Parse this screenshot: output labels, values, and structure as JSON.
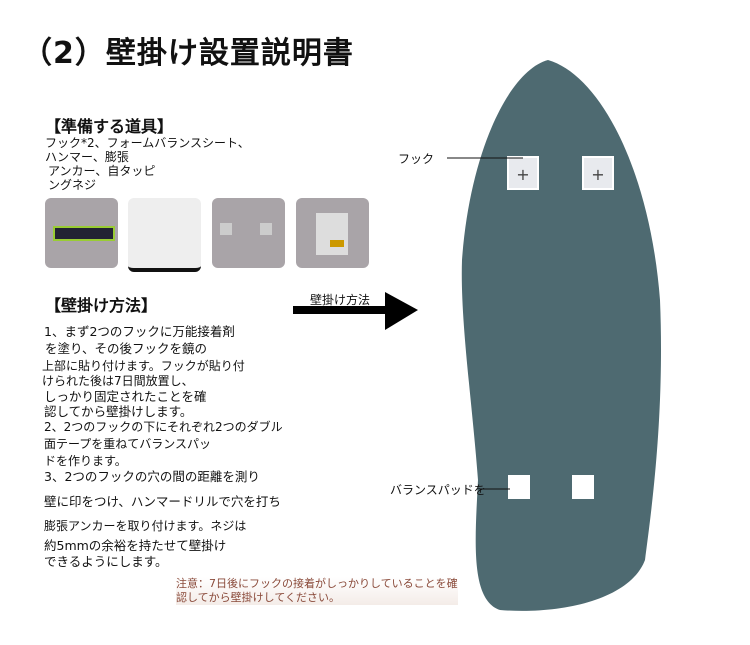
{
  "title": "（2）壁掛け設置説明書",
  "tools": {
    "heading": "【準備する道具】",
    "lines": [
      "フック*2、フォームバランスシート、",
      "ハンマー、膨張",
      "アンカー、自タッピ",
      "ングネジ"
    ]
  },
  "method": {
    "heading": "【壁掛け方法】",
    "lines": [
      "1、まず2つのフックに万能接着剤",
      "を塗り、その後フックを鏡の",
      "上部に貼り付けます。フックが貼り付",
      "けられた後は7日間放置し、",
      "しっかり固定されたことを確",
      "認してから壁掛けします。",
      "2、2つのフックの下にそれぞれ2つのダブル",
      "面テープを重ねてバランスパッ",
      "ドを作ります。",
      "3、2つのフックの穴の間の距離を測り",
      "壁に印をつけ、ハンマードリルで穴を打ち",
      "膨張アンカーを取り付けます。ネジは",
      "約5mmの余裕を持たせて壁掛け",
      "できるようにします。"
    ]
  },
  "arrow_label": "壁掛け方法",
  "diagram": {
    "hook_label": "フック",
    "pad_label": "バランスパッドを",
    "mirror_color": "#4e6a71"
  },
  "note": [
    "注意：7日後にフックの接着がしっかりしていることを確",
    "認してから壁掛けしてください。"
  ]
}
